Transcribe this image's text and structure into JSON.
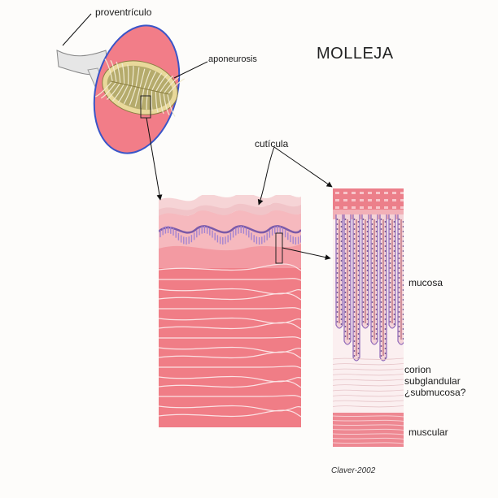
{
  "title": "MOLLEJA",
  "labels": {
    "proventriculo": "proventrículo",
    "aponeurosis": "aponeurosis",
    "cuticula": "cutícula",
    "mucosa": "mucosa",
    "corion_lines": [
      "corion",
      "subglandular",
      "¿submucosa?"
    ],
    "muscular": "muscular"
  },
  "credit": "Claver-2002",
  "colors": {
    "muscle": "#f07d86",
    "muscle_light": "#f6b3b9",
    "cuticle": "#f3c7cb",
    "epithelium": "#9b76c6",
    "aponeurosis_border": "#3a55c8",
    "lumen_gland": "#b8ae72",
    "stroma": "#fbeff0",
    "background": "#fdfcfa"
  },
  "icons": [
    "gizzard-icon",
    "section-block-icon",
    "mucosa-column-icon"
  ]
}
